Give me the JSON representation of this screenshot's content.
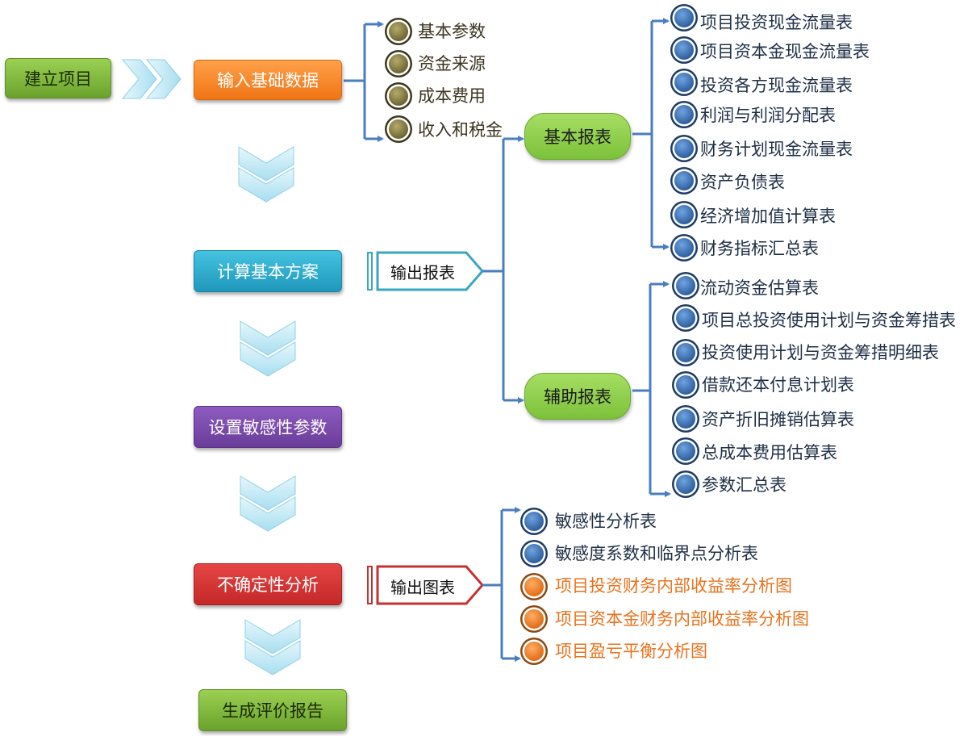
{
  "colors": {
    "connector": "#4a7ebf",
    "item_text": "#1f2f45",
    "orange_text": "#e8731e",
    "chevron": "#b9e6f4",
    "report_box_border": "#3aa6bf",
    "chart_box_border": "#c43232"
  },
  "flow": {
    "create_project": "建立项目",
    "input_data": "输入基础数据",
    "compute_plan": "计算基本方案",
    "set_sensitivity": "设置敏感性参数",
    "uncertainty": "不确定性分析",
    "generate_report": "生成评价报告"
  },
  "inputs": [
    "基本参数",
    "资金来源",
    "成本费用",
    "收入和税金"
  ],
  "output_reports": {
    "label": "输出报表",
    "basic": {
      "label": "基本报表",
      "items": [
        "项目投资现金流量表",
        "项目资本金现金流量表",
        "投资各方现金流量表",
        "利润与利润分配表",
        "财务计划现金流量表",
        "资产负债表",
        "经济增加值计算表",
        "财务指标汇总表"
      ]
    },
    "auxiliary": {
      "label": "辅助报表",
      "items": [
        "流动资金估算表",
        "项目总投资使用计划与资金筹措表",
        "投资使用计划与资金筹措明细表",
        "借款还本付息计划表",
        "资产折旧摊销估算表",
        "总成本费用估算表",
        "参数汇总表"
      ]
    }
  },
  "output_charts": {
    "label": "输出图表",
    "tables": [
      "敏感性分析表",
      "敏感度系数和临界点分析表"
    ],
    "charts": [
      "项目投资财务内部收益率分析图",
      "项目资本金财务内部收益率分析图",
      "项目盈亏平衡分析图"
    ]
  },
  "icons": {
    "flow_arrow": "double-chevron-icon",
    "input_bullet": "olive-circle-icon",
    "report_bullet": "blue-circle-icon",
    "chart_bullet": "orange-circle-icon"
  }
}
